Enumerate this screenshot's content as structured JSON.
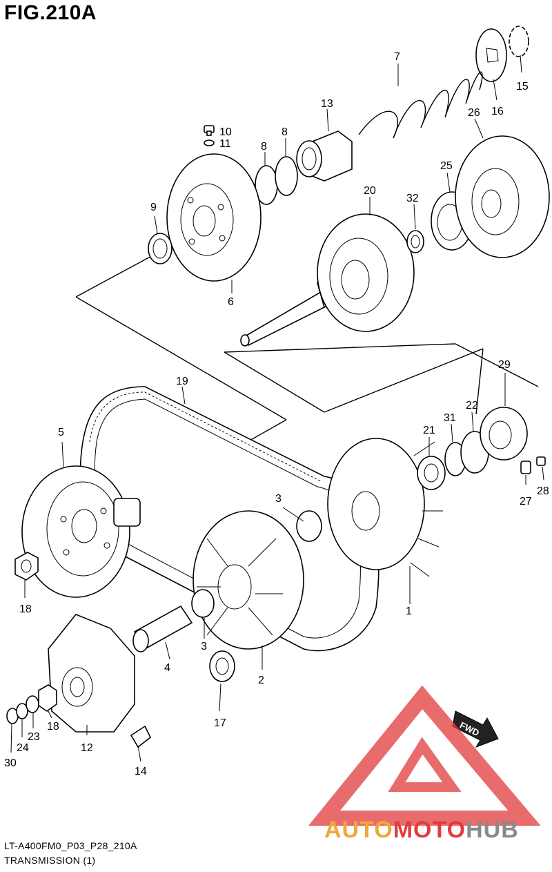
{
  "figure": {
    "title": "FIG.210A"
  },
  "callouts": [
    "1",
    "2",
    "3",
    "3",
    "4",
    "5",
    "6",
    "7",
    "8",
    "8",
    "9",
    "10",
    "11",
    "12",
    "13",
    "14",
    "15",
    "16",
    "17",
    "18",
    "18",
    "19",
    "20",
    "21",
    "22",
    "23",
    "24",
    "25",
    "26",
    "27",
    "28",
    "29",
    "30",
    "31",
    "32"
  ],
  "footer": {
    "code": "LT-A400FM0_P03_P28_210A",
    "caption": "TRANSMISSION (1)"
  },
  "fwd_label": "FWD",
  "watermark": {
    "part1": "AUTO",
    "part2": "MOTO",
    "part3": "HUB",
    "color_orange": "#f0a83a",
    "color_red": "#e23b3b",
    "color_gray": "#8a8a8a"
  }
}
